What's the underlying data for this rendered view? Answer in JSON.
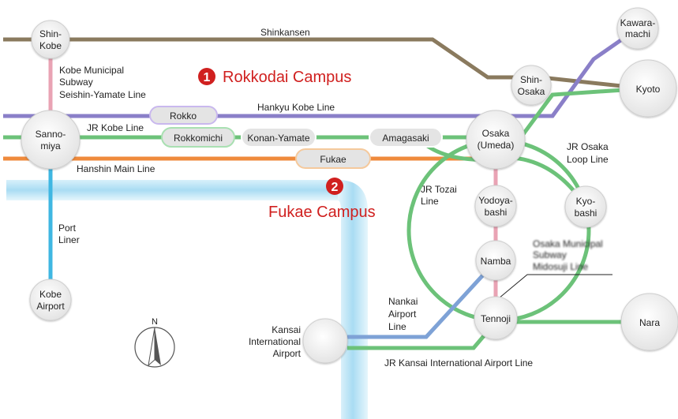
{
  "colors": {
    "shinkansen": "#8a7a5e",
    "hankyu": "#8a7fc8",
    "jr": "#6cc279",
    "hanshin": "#ef8a3c",
    "subway_pink": "#e9a3b4",
    "port_liner": "#3fb7e2",
    "nankai": "#7ea2d6",
    "sea": "#bfe6f6",
    "campus_red": "#d0201f"
  },
  "campuses": {
    "rokkodai": {
      "number": "1",
      "name": "Rokkodai Campus"
    },
    "fukae": {
      "number": "2",
      "name": "Fukae Campus"
    }
  },
  "stations": {
    "shin_kobe": [
      "Shin-",
      "Kobe"
    ],
    "sannomiya": [
      "Sanno-",
      "miya"
    ],
    "kobe_airport": [
      "Kobe",
      "Airport"
    ],
    "shin_osaka": [
      "Shin-",
      "Osaka"
    ],
    "kawaramachi": [
      "Kawara-",
      "machi"
    ],
    "kyoto": [
      "Kyoto"
    ],
    "osaka_umeda": [
      "Osaka",
      "(Umeda)"
    ],
    "yodoyabashi": [
      "Yodoya-",
      "bashi"
    ],
    "kyobashi": [
      "Kyo-",
      "bashi"
    ],
    "namba": [
      "Namba"
    ],
    "tennoji": [
      "Tennoji"
    ],
    "nara": [
      "Nara"
    ],
    "kansai_airport": [
      "Kansai",
      "International",
      "Airport"
    ]
  },
  "minor_stations": {
    "rokko": "Rokko",
    "rokkomichi": "Rokkomichi",
    "konan_yamate": "Konan-Yamate",
    "amagasaki": "Amagasaki",
    "fukae": "Fukae"
  },
  "lines": {
    "shinkansen": "Shinkansen",
    "kobe_subway": [
      "Kobe Municipal",
      "Subway",
      "Seishin-Yamate Line"
    ],
    "hankyu_kobe": "Hankyu Kobe Line",
    "jr_kobe": "JR Kobe Line",
    "hanshin_main": "Hanshin Main Line",
    "port_liner": [
      "Port",
      "Liner"
    ],
    "jr_tozai": [
      "JR Tozai",
      "Line"
    ],
    "jr_osaka_loop": [
      "JR Osaka",
      "Loop Line"
    ],
    "osaka_midosuji": [
      "Osaka Municipal",
      "Subway",
      "Midosuji Line"
    ],
    "nankai_airport": [
      "Nankai",
      "Airport",
      "Line"
    ],
    "jr_kansai_airport": "JR Kansai International Airport Line"
  },
  "compass": {
    "north": "N"
  }
}
